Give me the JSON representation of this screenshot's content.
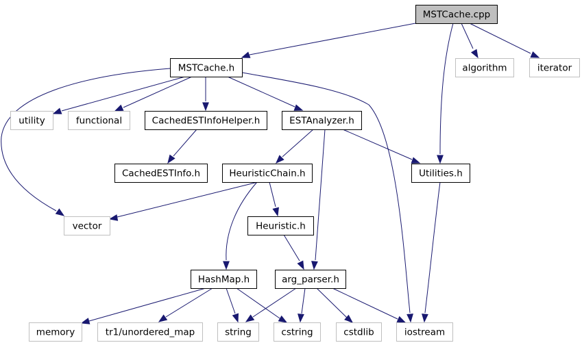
{
  "diagram": {
    "colors": {
      "edge": "#191970",
      "root_fill": "#bfbfbf",
      "internal_border": "#000000",
      "external_border": "#bfbfbf",
      "text": "#000000"
    },
    "nodes": [
      {
        "id": "mstcache_cpp",
        "label": "MSTCache.cpp",
        "kind": "root"
      },
      {
        "id": "mstcache_h",
        "label": "MSTCache.h",
        "kind": "internal"
      },
      {
        "id": "algorithm",
        "label": "algorithm",
        "kind": "external"
      },
      {
        "id": "iterator",
        "label": "iterator",
        "kind": "external"
      },
      {
        "id": "utility",
        "label": "utility",
        "kind": "external"
      },
      {
        "id": "functional",
        "label": "functional",
        "kind": "external"
      },
      {
        "id": "cachedestinfohelper_h",
        "label": "CachedESTInfoHelper.h",
        "kind": "internal"
      },
      {
        "id": "estanalyzer_h",
        "label": "ESTAnalyzer.h",
        "kind": "internal"
      },
      {
        "id": "cachedestinfo_h",
        "label": "CachedESTInfo.h",
        "kind": "internal"
      },
      {
        "id": "heuristicchain_h",
        "label": "HeuristicChain.h",
        "kind": "internal"
      },
      {
        "id": "utilities_h",
        "label": "Utilities.h",
        "kind": "internal"
      },
      {
        "id": "vector",
        "label": "vector",
        "kind": "external"
      },
      {
        "id": "heuristic_h",
        "label": "Heuristic.h",
        "kind": "internal"
      },
      {
        "id": "hashmap_h",
        "label": "HashMap.h",
        "kind": "internal"
      },
      {
        "id": "arg_parser_h",
        "label": "arg_parser.h",
        "kind": "internal"
      },
      {
        "id": "memory",
        "label": "memory",
        "kind": "external"
      },
      {
        "id": "tr1_unordered_map",
        "label": "tr1/unordered_map",
        "kind": "external"
      },
      {
        "id": "string",
        "label": "string",
        "kind": "external"
      },
      {
        "id": "cstring",
        "label": "cstring",
        "kind": "external"
      },
      {
        "id": "cstdlib",
        "label": "cstdlib",
        "kind": "external"
      },
      {
        "id": "iostream",
        "label": "iostream",
        "kind": "external"
      }
    ],
    "edges": [
      {
        "from": "mstcache_cpp",
        "to": "mstcache_h"
      },
      {
        "from": "mstcache_cpp",
        "to": "algorithm"
      },
      {
        "from": "mstcache_cpp",
        "to": "iterator"
      },
      {
        "from": "mstcache_cpp",
        "to": "utilities_h"
      },
      {
        "from": "mstcache_h",
        "to": "utility"
      },
      {
        "from": "mstcache_h",
        "to": "functional"
      },
      {
        "from": "mstcache_h",
        "to": "cachedestinfohelper_h"
      },
      {
        "from": "mstcache_h",
        "to": "estanalyzer_h"
      },
      {
        "from": "mstcache_h",
        "to": "vector"
      },
      {
        "from": "mstcache_h",
        "to": "iostream"
      },
      {
        "from": "cachedestinfohelper_h",
        "to": "cachedestinfo_h"
      },
      {
        "from": "estanalyzer_h",
        "to": "heuristicchain_h"
      },
      {
        "from": "estanalyzer_h",
        "to": "utilities_h"
      },
      {
        "from": "estanalyzer_h",
        "to": "arg_parser_h"
      },
      {
        "from": "heuristicchain_h",
        "to": "vector"
      },
      {
        "from": "heuristicchain_h",
        "to": "heuristic_h"
      },
      {
        "from": "heuristicchain_h",
        "to": "hashmap_h"
      },
      {
        "from": "heuristic_h",
        "to": "arg_parser_h"
      },
      {
        "from": "utilities_h",
        "to": "iostream"
      },
      {
        "from": "hashmap_h",
        "to": "memory"
      },
      {
        "from": "hashmap_h",
        "to": "tr1_unordered_map"
      },
      {
        "from": "hashmap_h",
        "to": "string"
      },
      {
        "from": "hashmap_h",
        "to": "cstring"
      },
      {
        "from": "arg_parser_h",
        "to": "string"
      },
      {
        "from": "arg_parser_h",
        "to": "cstring"
      },
      {
        "from": "arg_parser_h",
        "to": "cstdlib"
      },
      {
        "from": "arg_parser_h",
        "to": "iostream"
      }
    ]
  }
}
